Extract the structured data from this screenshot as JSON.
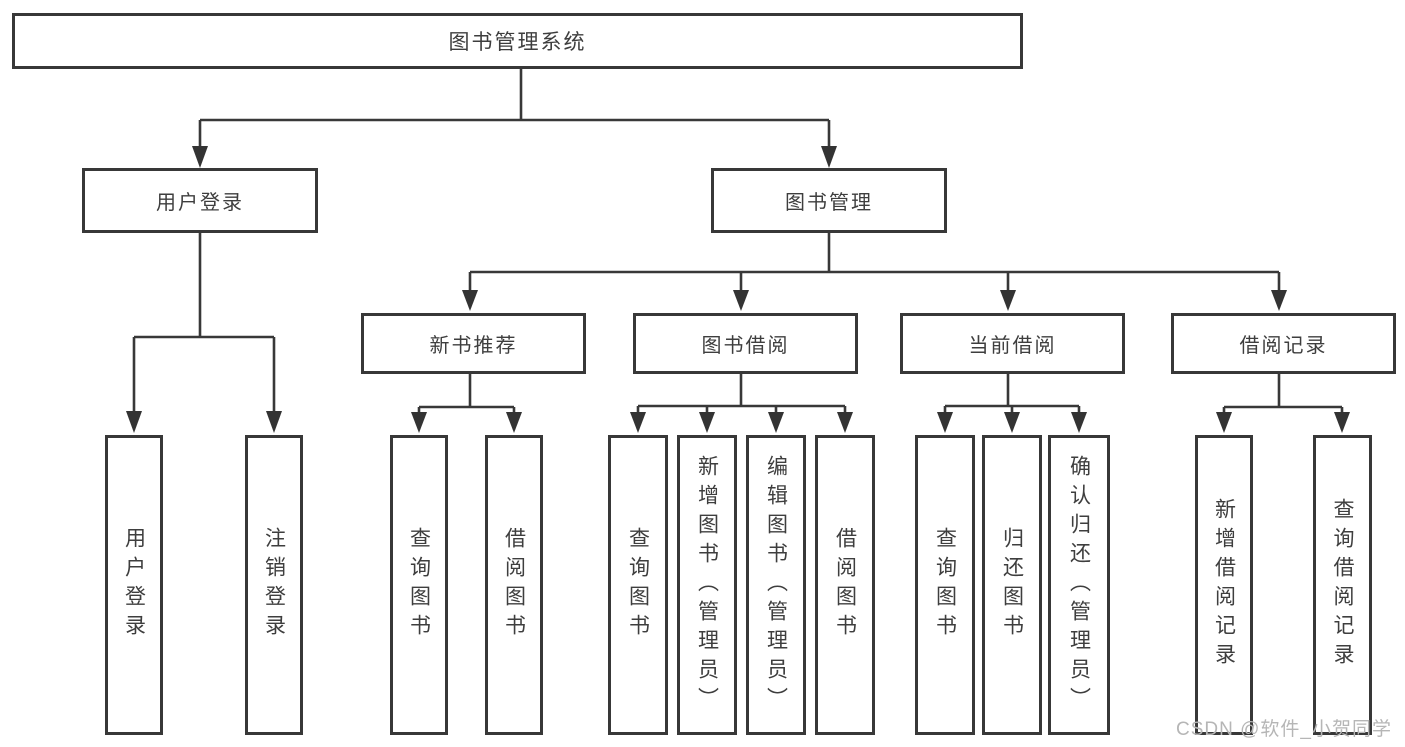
{
  "tree": {
    "root": {
      "label": "图书管理系统",
      "children": [
        {
          "label": "用户登录",
          "children": [
            {
              "label": "用户登录"
            },
            {
              "label": "注销登录"
            }
          ]
        },
        {
          "label": "图书管理",
          "children": [
            {
              "label": "新书推荐",
              "children": [
                {
                  "label": "查询图书"
                },
                {
                  "label": "借阅图书"
                }
              ]
            },
            {
              "label": "图书借阅",
              "children": [
                {
                  "label": "查询图书"
                },
                {
                  "label": "新增图书（管理员）"
                },
                {
                  "label": "编辑图书（管理员）"
                },
                {
                  "label": "借阅图书"
                }
              ]
            },
            {
              "label": "当前借阅",
              "children": [
                {
                  "label": "查询图书"
                },
                {
                  "label": "归还图书"
                },
                {
                  "label": "确认归还（管理员）"
                }
              ]
            },
            {
              "label": "借阅记录",
              "children": [
                {
                  "label": "新增借阅记录"
                },
                {
                  "label": "查询借阅记录"
                }
              ]
            }
          ]
        }
      ]
    }
  },
  "watermark": {
    "text": "CSDN @软件_小贺同学"
  },
  "colors": {
    "line": "#383838",
    "arrow": "#333333",
    "text": "#3e3e3e",
    "watermark": "#b6b6b6",
    "background": "#ffffff"
  }
}
